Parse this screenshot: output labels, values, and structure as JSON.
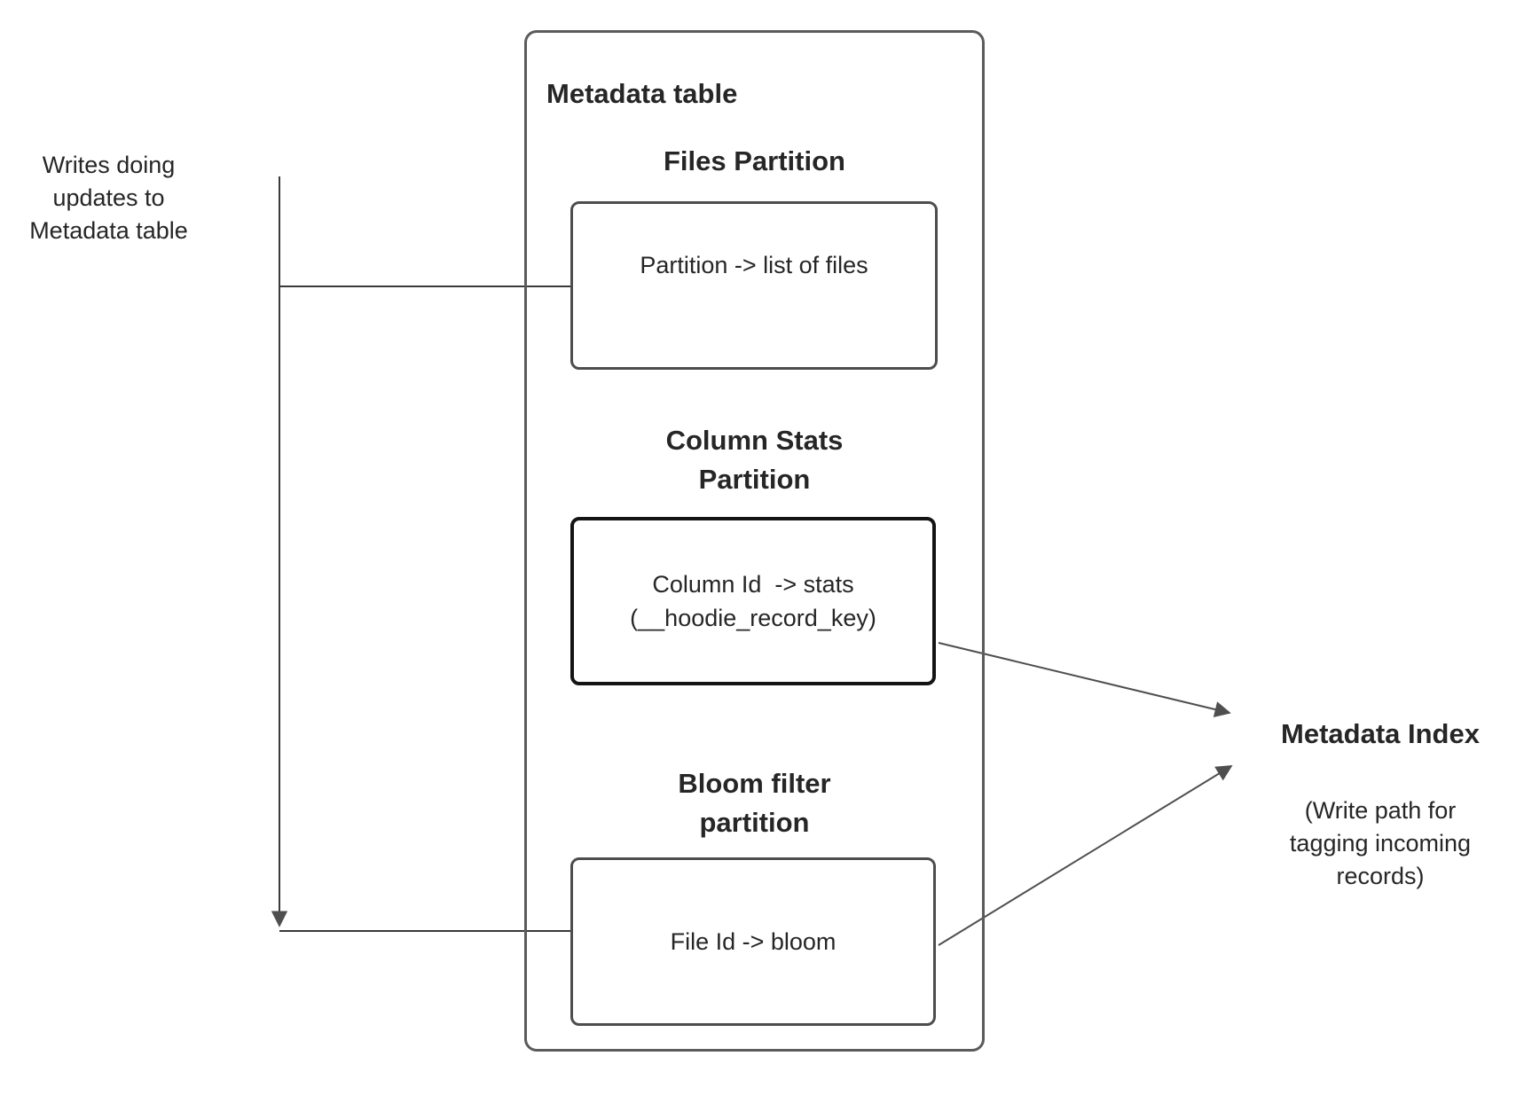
{
  "colors": {
    "text": "#262626",
    "outer_border": "#5b5b5b",
    "partition_border": "#4d4d4d",
    "stats_border": "#141414",
    "connector": "#3a3a3a",
    "arrow": "#4f4f4f"
  },
  "left_note": {
    "lines": [
      "Writes doing",
      "updates to",
      "Metadata table"
    ]
  },
  "metadata_table": {
    "title": "Metadata table",
    "files": {
      "heading": "Files Partition",
      "box_text": "Partition -> list of files"
    },
    "column_stats": {
      "heading_lines": [
        "Column Stats",
        "Partition"
      ],
      "box_lines": [
        "Column Id  -> stats",
        "(__hoodie_record_key)"
      ]
    },
    "bloom": {
      "heading_lines": [
        "Bloom filter",
        "partition"
      ],
      "box_text": "File Id -> bloom"
    }
  },
  "metadata_index": {
    "title": "Metadata Index",
    "note_lines": [
      "(Write path for",
      "tagging incoming",
      "records)"
    ]
  }
}
